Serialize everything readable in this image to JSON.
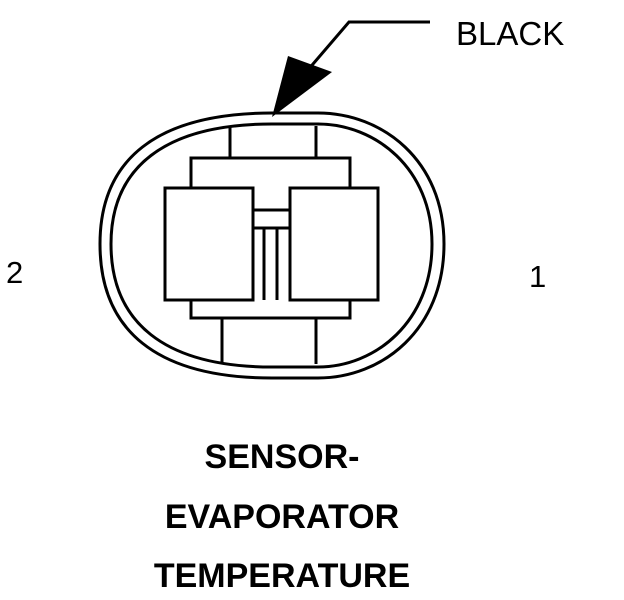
{
  "diagram": {
    "callout_label": "BLACK",
    "pin_left_label": "2",
    "pin_right_label": "1",
    "title_lines": [
      "SENSOR-",
      "EVAPORATOR",
      "TEMPERATURE"
    ]
  },
  "colors": {
    "ink": "#000000",
    "background": "#ffffff"
  }
}
